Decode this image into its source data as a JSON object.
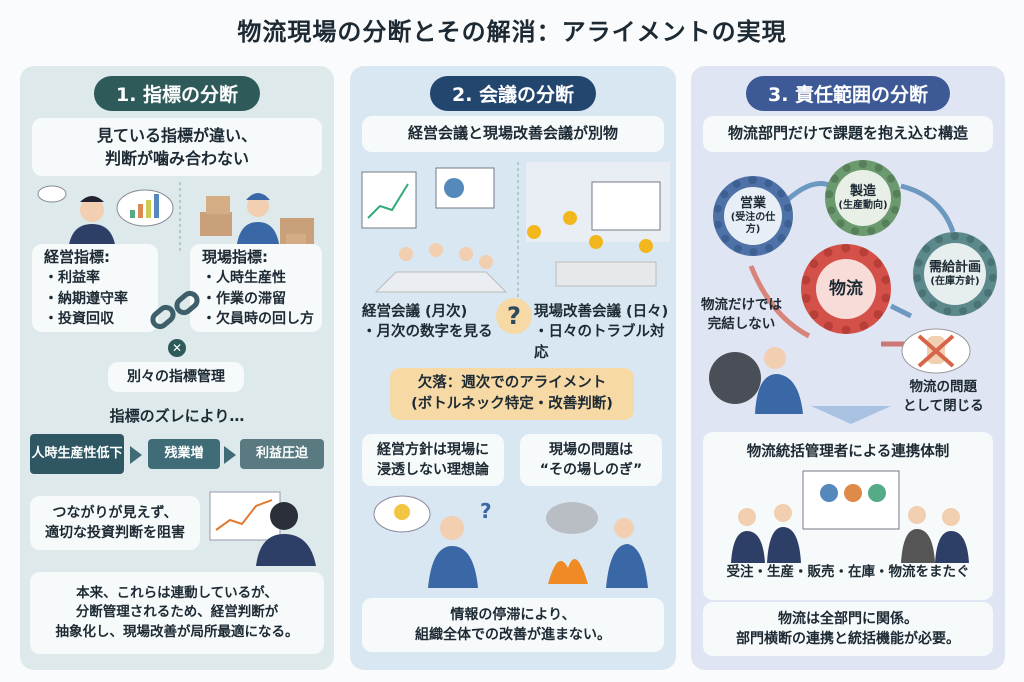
{
  "title": "物流現場の分断とその解消：アライメントの実現",
  "panel1": {
    "header": "1. 指標の分断",
    "subtitle_l1": "見ている指標が違い、",
    "subtitle_l2": "判断が噛み合わない",
    "mgmt_title": "経営指標:",
    "mgmt_items": [
      "・利益率",
      "・納期遵守率",
      "・投資回収"
    ],
    "site_title": "現場指標:",
    "site_items": [
      "・人時生産性",
      "・作業の滞留",
      "・欠員時の回し方"
    ],
    "separate": "別々の指標管理",
    "gap_title": "指標のズレにより…",
    "flow": [
      "人時生産性低下",
      "残業増",
      "利益圧迫"
    ],
    "conn_l1": "つながりが見えず、",
    "conn_l2": "適切な投資判断を阻害",
    "bottom": [
      "本来、これらは連動しているが、",
      "分断管理されるため、経営判断が",
      "抽象化し、現場改善が局所最適になる。"
    ]
  },
  "panel2": {
    "header": "2. 会議の分断",
    "subtitle": "経営会議と現場改善会議が別物",
    "mgmt_meeting": "経営会議 (月次)",
    "mgmt_meeting_item": "・月次の数字を見る",
    "site_meeting": "現場改善会議 (日々)",
    "site_meeting_item": "・日々のトラブル対応",
    "question": "?",
    "missing_l1": "欠落：週次でのアライメント",
    "missing_l2": "(ボトルネック特定・改善判断)",
    "left_box_l1": "経営方針は現場に",
    "left_box_l2": "浸透しない理想論",
    "right_box_l1": "現場の問題は",
    "right_box_l2": "“その場しのぎ”",
    "bottom": [
      "情報の停滞により、",
      "組織全体での改善が進まない。"
    ]
  },
  "panel3": {
    "header": "3. 責任範囲の分断",
    "subtitle": "物流部門だけで課題を抱え込む構造",
    "gears": [
      {
        "name": "営業",
        "sub": "(受注の仕方)"
      },
      {
        "name": "製造",
        "sub": "(生産動向)"
      },
      {
        "name": "需給計画",
        "sub": "(在庫方針)"
      },
      {
        "name": "物流",
        "sub": ""
      }
    ],
    "note_left_l1": "物流だけでは",
    "note_left_l2": "完結しない",
    "note_right_l1": "物流の問題",
    "note_right_l2": "として閉じる",
    "solution": "物流統括管理者による連携体制",
    "across": "受注・生産・販売・在庫・物流をまたぐ",
    "bottom": [
      "物流は全部門に関係。",
      "部門横断の連携と統括機能が必要。"
    ]
  },
  "colors": {
    "p1": "#2f5a5a",
    "p2": "#23466e",
    "p3": "#3e5a96",
    "accent": "#f6d9a4"
  }
}
